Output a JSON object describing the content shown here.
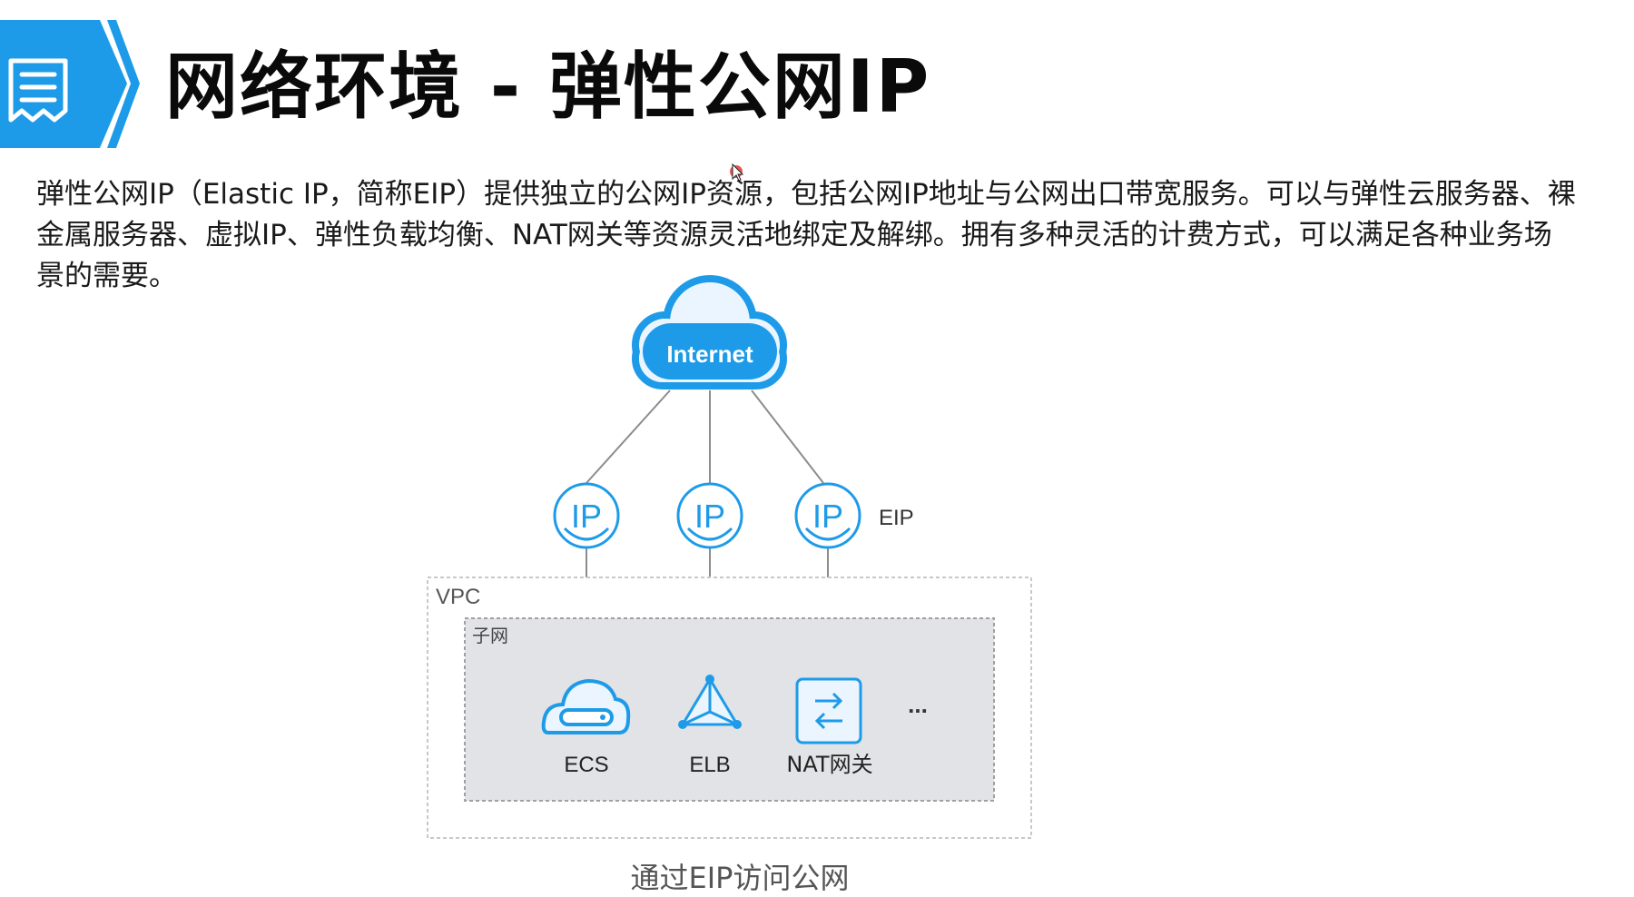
{
  "title": "网络环境 - 弹性公网IP",
  "description": "弹性公网IP（Elastic IP，简称EIP）提供独立的公网IP资源，包括公网IP地址与公网出口带宽服务。可以与弹性云服务器、裸金属服务器、虚拟IP、弹性负载均衡、NAT网关等资源灵活地绑定及解绑。拥有多种灵活的计费方式，可以满足各种业务场景的需要。",
  "diagram": {
    "internet_label": "Internet",
    "ip_glyph": "IP",
    "eip_label": "EIP",
    "vpc_label": "VPC",
    "subnet_label": "子网",
    "resources": {
      "ecs": "ECS",
      "elb": "ELB",
      "nat": "NAT网关",
      "more": "..."
    },
    "caption": "通过EIP访问公网"
  },
  "colors": {
    "accent_blue": "#1e9be8",
    "light_blue": "#eaf5ff",
    "subnet_gray": "#e1e3e6",
    "line_gray": "#8c8c8c"
  }
}
